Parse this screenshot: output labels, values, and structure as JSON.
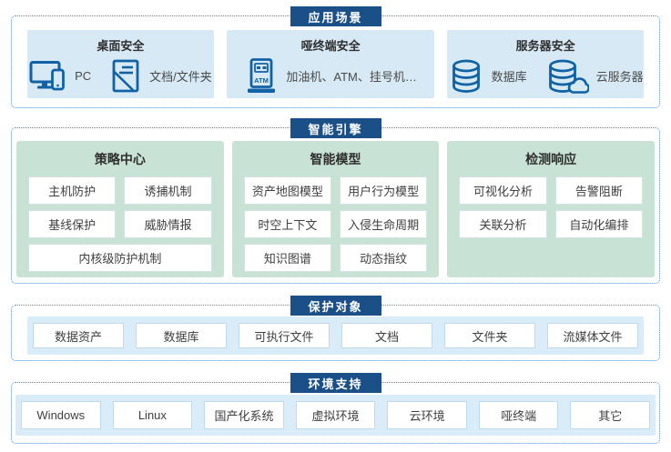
{
  "page": {
    "colors": {
      "badge_bg": "#1a4f88",
      "dashed_border": "#4a8fd3",
      "scene_box_bg": "#d6e9f5",
      "engine_box_bg": "#c9e2d6",
      "strip_bg": "#d9ecf7",
      "icon_blue": "#1161a5",
      "text_dark": "#2f2f2f"
    }
  },
  "sections": {
    "scenarios": {
      "title": "应用场景",
      "groups": [
        {
          "title": "桌面安全",
          "items": [
            {
              "icon": "pc-icon",
              "label": "PC"
            },
            {
              "icon": "document-folder-icon",
              "label": "文档/文件夹"
            }
          ]
        },
        {
          "title": "哑终端安全",
          "items": [
            {
              "icon": "atm-icon",
              "label": "加油机、ATM、挂号机…"
            }
          ]
        },
        {
          "title": "服务器安全",
          "items": [
            {
              "icon": "database-icon",
              "label": "数据库"
            },
            {
              "icon": "cloud-server-icon",
              "label": "云服务器"
            }
          ]
        }
      ]
    },
    "engine": {
      "title": "智能引擎",
      "columns": [
        {
          "title": "策略中心",
          "items": [
            "主机防护",
            "诱捕机制",
            "基线保护",
            "威胁情报",
            "内核级防护机制"
          ]
        },
        {
          "title": "智能模型",
          "items": [
            "资产地图模型",
            "用户行为模型",
            "时空上下文",
            "入侵生命周期",
            "知识图谱",
            "动态指纹"
          ]
        },
        {
          "title": "检测响应",
          "items": [
            "可视化分析",
            "告警阻断",
            "关联分析",
            "自动化编排"
          ]
        }
      ]
    },
    "protected": {
      "title": "保护对象",
      "items": [
        "数据资产",
        "数据库",
        "可执行文件",
        "文档",
        "文件夹",
        "流媒体文件"
      ]
    },
    "environments": {
      "title": "环境支持",
      "items": [
        "Windows",
        "Linux",
        "国产化系统",
        "虚拟环境",
        "云环境",
        "哑终端",
        "其它"
      ]
    }
  },
  "atm_icon_text": "ATM"
}
